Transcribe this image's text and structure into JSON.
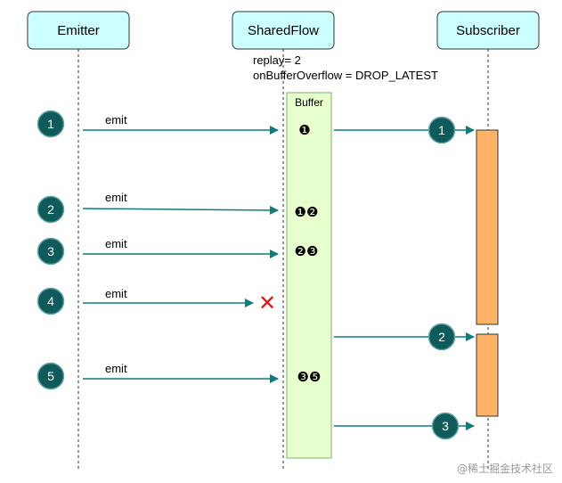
{
  "participants": {
    "emitter": "Emitter",
    "sharedflow": "SharedFlow",
    "subscriber": "Subscriber"
  },
  "config": {
    "replay": "replay= 2",
    "overflow": "onBufferOverflow = DROP_LATEST"
  },
  "buffer_label": "Buffer",
  "emit_label": "emit",
  "emissions": [
    "1",
    "2",
    "3",
    "4",
    "5"
  ],
  "buffer_states": [
    "❶",
    "❶❷",
    "❷❸",
    "❸❺"
  ],
  "deliveries": [
    "1",
    "2",
    "3"
  ],
  "drop_mark": "✕",
  "watermark": "@稀土掘金技术社区",
  "colors": {
    "participant_fill": "#ccffff",
    "buffer_fill": "#e6ffcc",
    "buffer_stroke": "#82b366",
    "activation_fill": "#ffb366",
    "circle_fill": "#0f5b5b",
    "arrow": "#0e7c7b",
    "drop": "#ee1111"
  }
}
